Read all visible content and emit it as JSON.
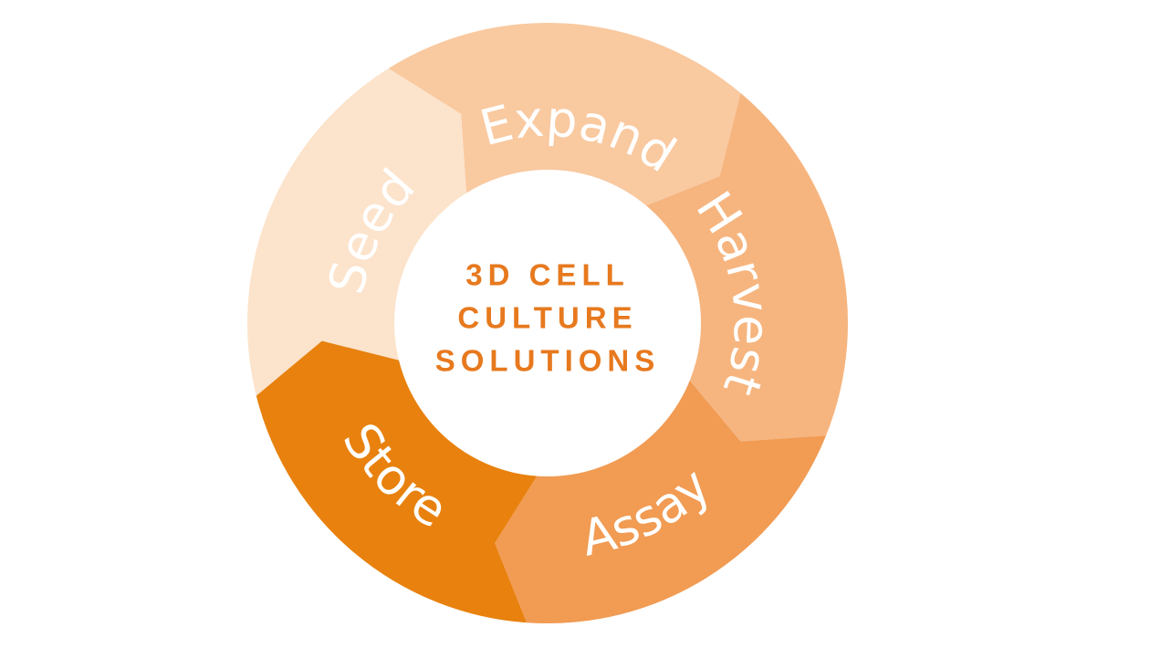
{
  "diagram": {
    "center_title": {
      "lines": [
        "3D CELL",
        "CULTURE",
        "SOLUTIONS"
      ],
      "color": "#E7791E"
    },
    "segments": [
      {
        "label": "Expand",
        "color": "#F9C9A0"
      },
      {
        "label": "Harvest",
        "color": "#F6B57F"
      },
      {
        "label": "Assay",
        "color": "#F19B53"
      },
      {
        "label": "Store",
        "color": "#E8810E"
      },
      {
        "label": "Seed",
        "color": "#FCE3CB"
      }
    ],
    "label_text_color": "#FFFFFF",
    "background_color": "#FFFFFF"
  }
}
